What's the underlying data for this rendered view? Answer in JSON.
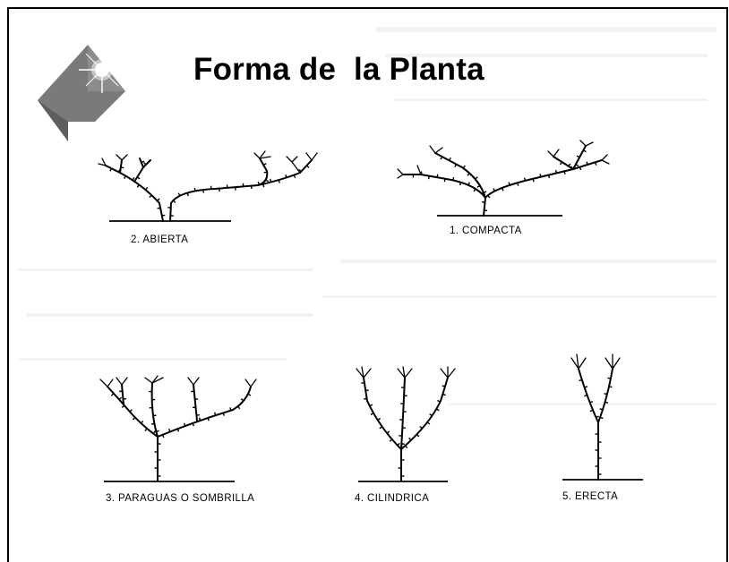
{
  "slide": {
    "title": "Forma de  la Planta",
    "logo_icon": "diamond-star-logo-icon"
  },
  "plants": [
    {
      "caption": "2. ABIERTA"
    },
    {
      "caption": "1. COMPACTA"
    },
    {
      "caption": "3. PARAGUAS O SOMBRILLA"
    },
    {
      "caption": "4. CILINDRICA"
    },
    {
      "caption": "5. ERECTA"
    }
  ],
  "colors": {
    "logo_fill": "#7a7a7a",
    "logo_dark": "#555555",
    "ink": "#000000",
    "background": "#ffffff"
  }
}
